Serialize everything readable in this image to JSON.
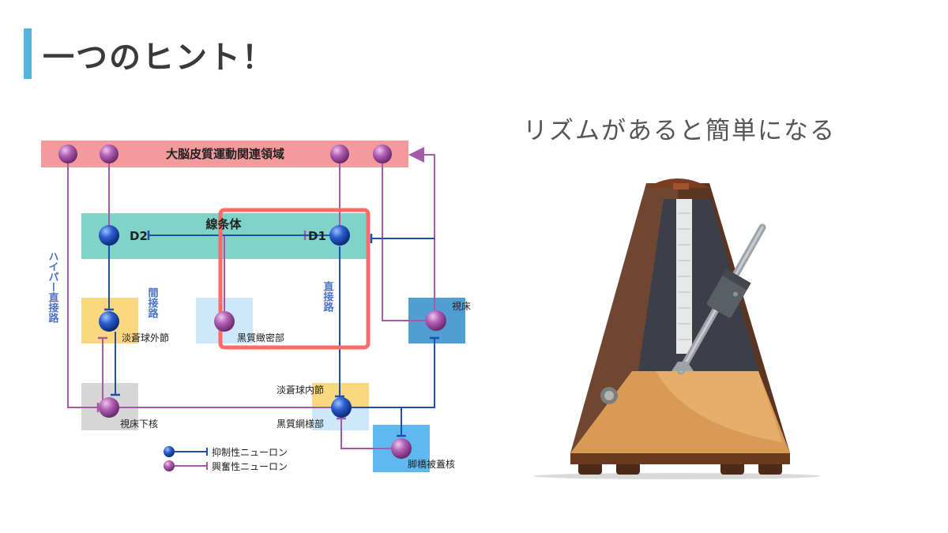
{
  "slide": {
    "title": "一つのヒント！",
    "subtitle": "リズムがあると簡単になる"
  },
  "diagram": {
    "cortex": "大脳皮質運動関連領域",
    "striatum": "線条体",
    "d2": "D2",
    "d1": "D1",
    "indirect": "間接路",
    "direct": "直接路",
    "hyperdirect": "ハイパー直接路",
    "gpe": "淡蒼球外節",
    "snc": "黒質緻密部",
    "thalamus": "視床",
    "stn": "視床下核",
    "gpi": "淡蒼球内節",
    "snr": "黒質網様部",
    "ppn": "脚橋被蓋核",
    "legend_inhibitory": "抑制性ニューロン",
    "legend_excitatory": "興奮性ニューロン"
  },
  "colors": {
    "title_accent": "#4fb6e0",
    "inhibitory": "#1f4fae",
    "excitatory": "#a45aa6",
    "highlight": "#ff6b6b",
    "cortex_fill": "#f49a9c",
    "striatum_fill": "#7fd3c8"
  }
}
